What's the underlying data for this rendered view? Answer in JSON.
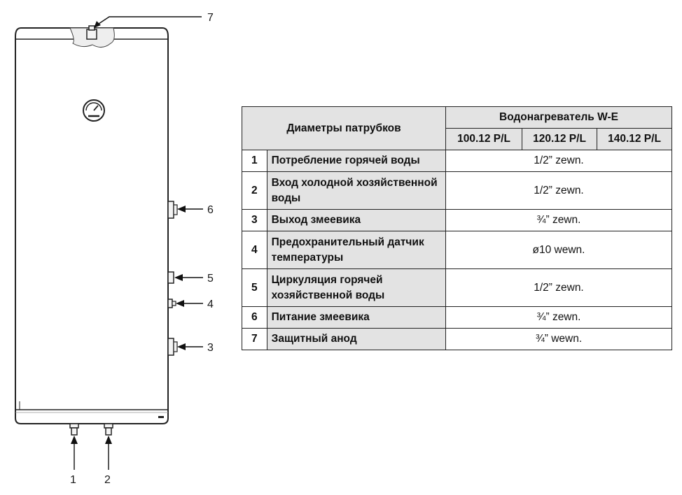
{
  "diagram": {
    "callouts": [
      "7",
      "6",
      "5",
      "4",
      "3",
      "1",
      "2"
    ]
  },
  "table": {
    "header_left": "Диаметры патрубков",
    "header_group": "Водонагреватель W-E",
    "models": [
      "100.12 P/L",
      "120.12 P/L",
      "140.12 P/L"
    ],
    "rows": [
      {
        "num": "1",
        "name": "Потребление горячей воды",
        "value": "1/2” zewn."
      },
      {
        "num": "2",
        "name": "Вход холодной хозяйственной воды",
        "value": "1/2” zewn."
      },
      {
        "num": "3",
        "name": "Выход змеевика",
        "value": "¾” zewn."
      },
      {
        "num": "4",
        "name": "Предохранительный датчик температуры",
        "value": "ø10 wewn."
      },
      {
        "num": "5",
        "name": "Циркуляция горячей хозяйственной воды",
        "value": "1/2” zewn."
      },
      {
        "num": "6",
        "name": "Питание змеевика",
        "value": "¾” zewn."
      },
      {
        "num": "7",
        "name": "Защитный анод",
        "value": "¾” wewn."
      }
    ]
  }
}
